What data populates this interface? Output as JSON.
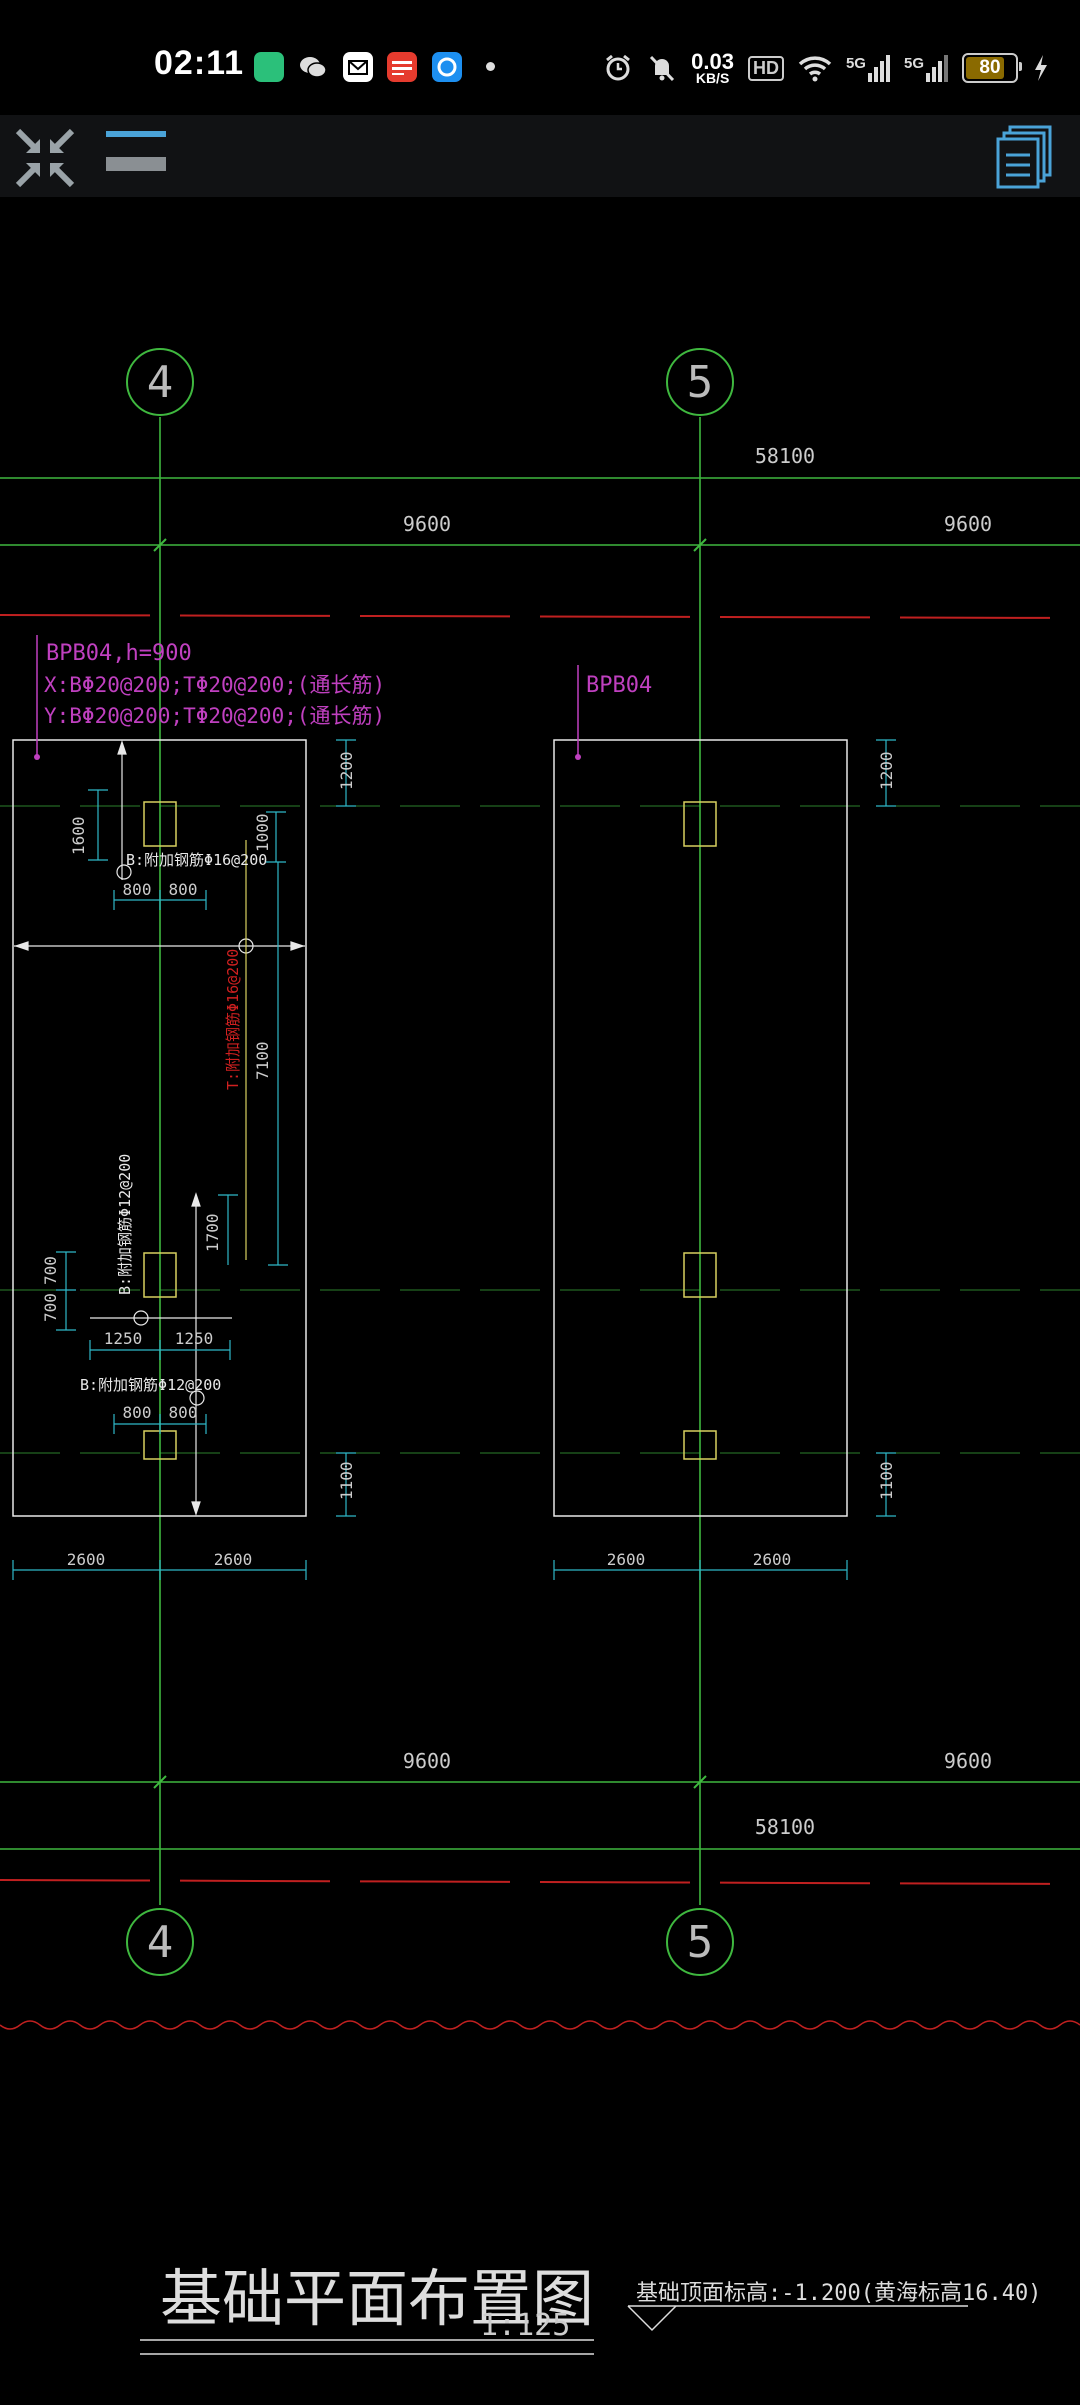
{
  "status_bar": {
    "time": "02:11",
    "net_speed_value": "0.03",
    "net_speed_unit": "KB/S",
    "hd_label": "HD",
    "signal_1": "5G",
    "signal_2": "5G",
    "battery": "80",
    "notification_icons": [
      "app-icon",
      "wechat-icon",
      "mail-icon",
      "toutiao-icon",
      "browser-icon",
      "dot-icon"
    ],
    "system_icons": [
      "alarm-icon",
      "mute-icon",
      "wifi-icon",
      "charging-icon"
    ],
    "battery_level": 0.8
  },
  "toolbar": {
    "icons": [
      "collapse-icon",
      "menu-icon",
      "layers-icon"
    ],
    "accent_color": "#4aa3d8"
  },
  "drawing": {
    "axis_left": "4",
    "axis_right": "5",
    "dim_overall": "58100",
    "dim_span": "9600",
    "left_foundation": {
      "tag": "BPB04,h=900",
      "rebar_x": "X:BΦ20@200;TΦ20@200;(通长筋)",
      "rebar_y": "Y:BΦ20@200;TΦ20@200;(通长筋)",
      "note_top": "B:附加钢筋Φ16@200",
      "note_mid": "B:附加钢筋Φ12@200",
      "note_bottom": "B:附加钢筋Φ12@200",
      "note_vertical": "T:附加钢筋Φ16@200",
      "dims": {
        "d1600": "1600",
        "d1000": "1000",
        "d800": "800",
        "d7100": "7100",
        "d1700": "1700",
        "d700": "700",
        "d1250": "1250",
        "d1200": "1200",
        "d1100": "1100",
        "d2600": "2600"
      }
    },
    "right_foundation": {
      "tag": "BPB04"
    },
    "title": "基础平面布置图",
    "scale": "1:125",
    "elevation_note": "基础顶面标高:-1.200(黄海标高16.40)",
    "colors": {
      "axis_line": "#3fb83f",
      "outline": "#e8e8e8",
      "dimension": "#2fb8c8",
      "annotation": "#c040c0",
      "column": "#d8d060",
      "red_line": "#c02020"
    }
  }
}
